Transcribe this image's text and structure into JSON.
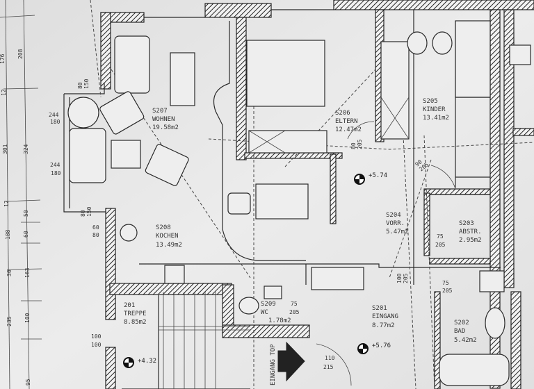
{
  "rooms": [
    {
      "id": "S207",
      "name": "WOHNEN",
      "area": "19.58m2"
    },
    {
      "id": "S206",
      "name": "ELTERN",
      "area": "12.47m2"
    },
    {
      "id": "S205",
      "name": "KINDER",
      "area": "13.41m2"
    },
    {
      "id": "S204",
      "name": "VORR.",
      "area": "5.47m2"
    },
    {
      "id": "S203",
      "name": "ABSTR.",
      "area": "2.95m2"
    },
    {
      "id": "S208",
      "name": "KOCHEN",
      "area": "13.49m2"
    },
    {
      "id": "201",
      "name": "TREPPE",
      "area": "8.85m2"
    },
    {
      "id": "S209",
      "name": "WC",
      "area": "1.78m2"
    },
    {
      "id": "S201",
      "name": "EINGANG",
      "area": "8.77m2"
    },
    {
      "id": "S202",
      "name": "BAD",
      "area": "5.42m2"
    }
  ],
  "doors": [
    {
      "w": "90",
      "h": "205"
    },
    {
      "w": "75",
      "h": "205"
    },
    {
      "w": "75",
      "h": "205"
    },
    {
      "w": "75",
      "h": "205"
    },
    {
      "w": "110",
      "h": "215"
    },
    {
      "w": "100",
      "h": "205"
    },
    {
      "w": "80",
      "h": "205"
    }
  ],
  "windows": [
    {
      "w": "80",
      "h": "150"
    },
    {
      "w": "244",
      "h": "180"
    },
    {
      "w": "244",
      "h": "180"
    },
    {
      "w": "80",
      "h": "150"
    },
    {
      "w": "60",
      "h": "80"
    },
    {
      "w": "100",
      "h": "100"
    }
  ],
  "levels": [
    "+5.74",
    "+5.76",
    "+4.32"
  ],
  "entrance_label": "EINGANG TOP",
  "dimensions_inner": [
    "208",
    "324",
    "50",
    "60",
    "163",
    "100",
    "95"
  ],
  "dimensions_outer": [
    "176",
    "12",
    "301",
    "12",
    "188",
    "30",
    "235"
  ],
  "colors": {
    "paper": "#e6e6e6",
    "ink": "#2a2a2a"
  }
}
